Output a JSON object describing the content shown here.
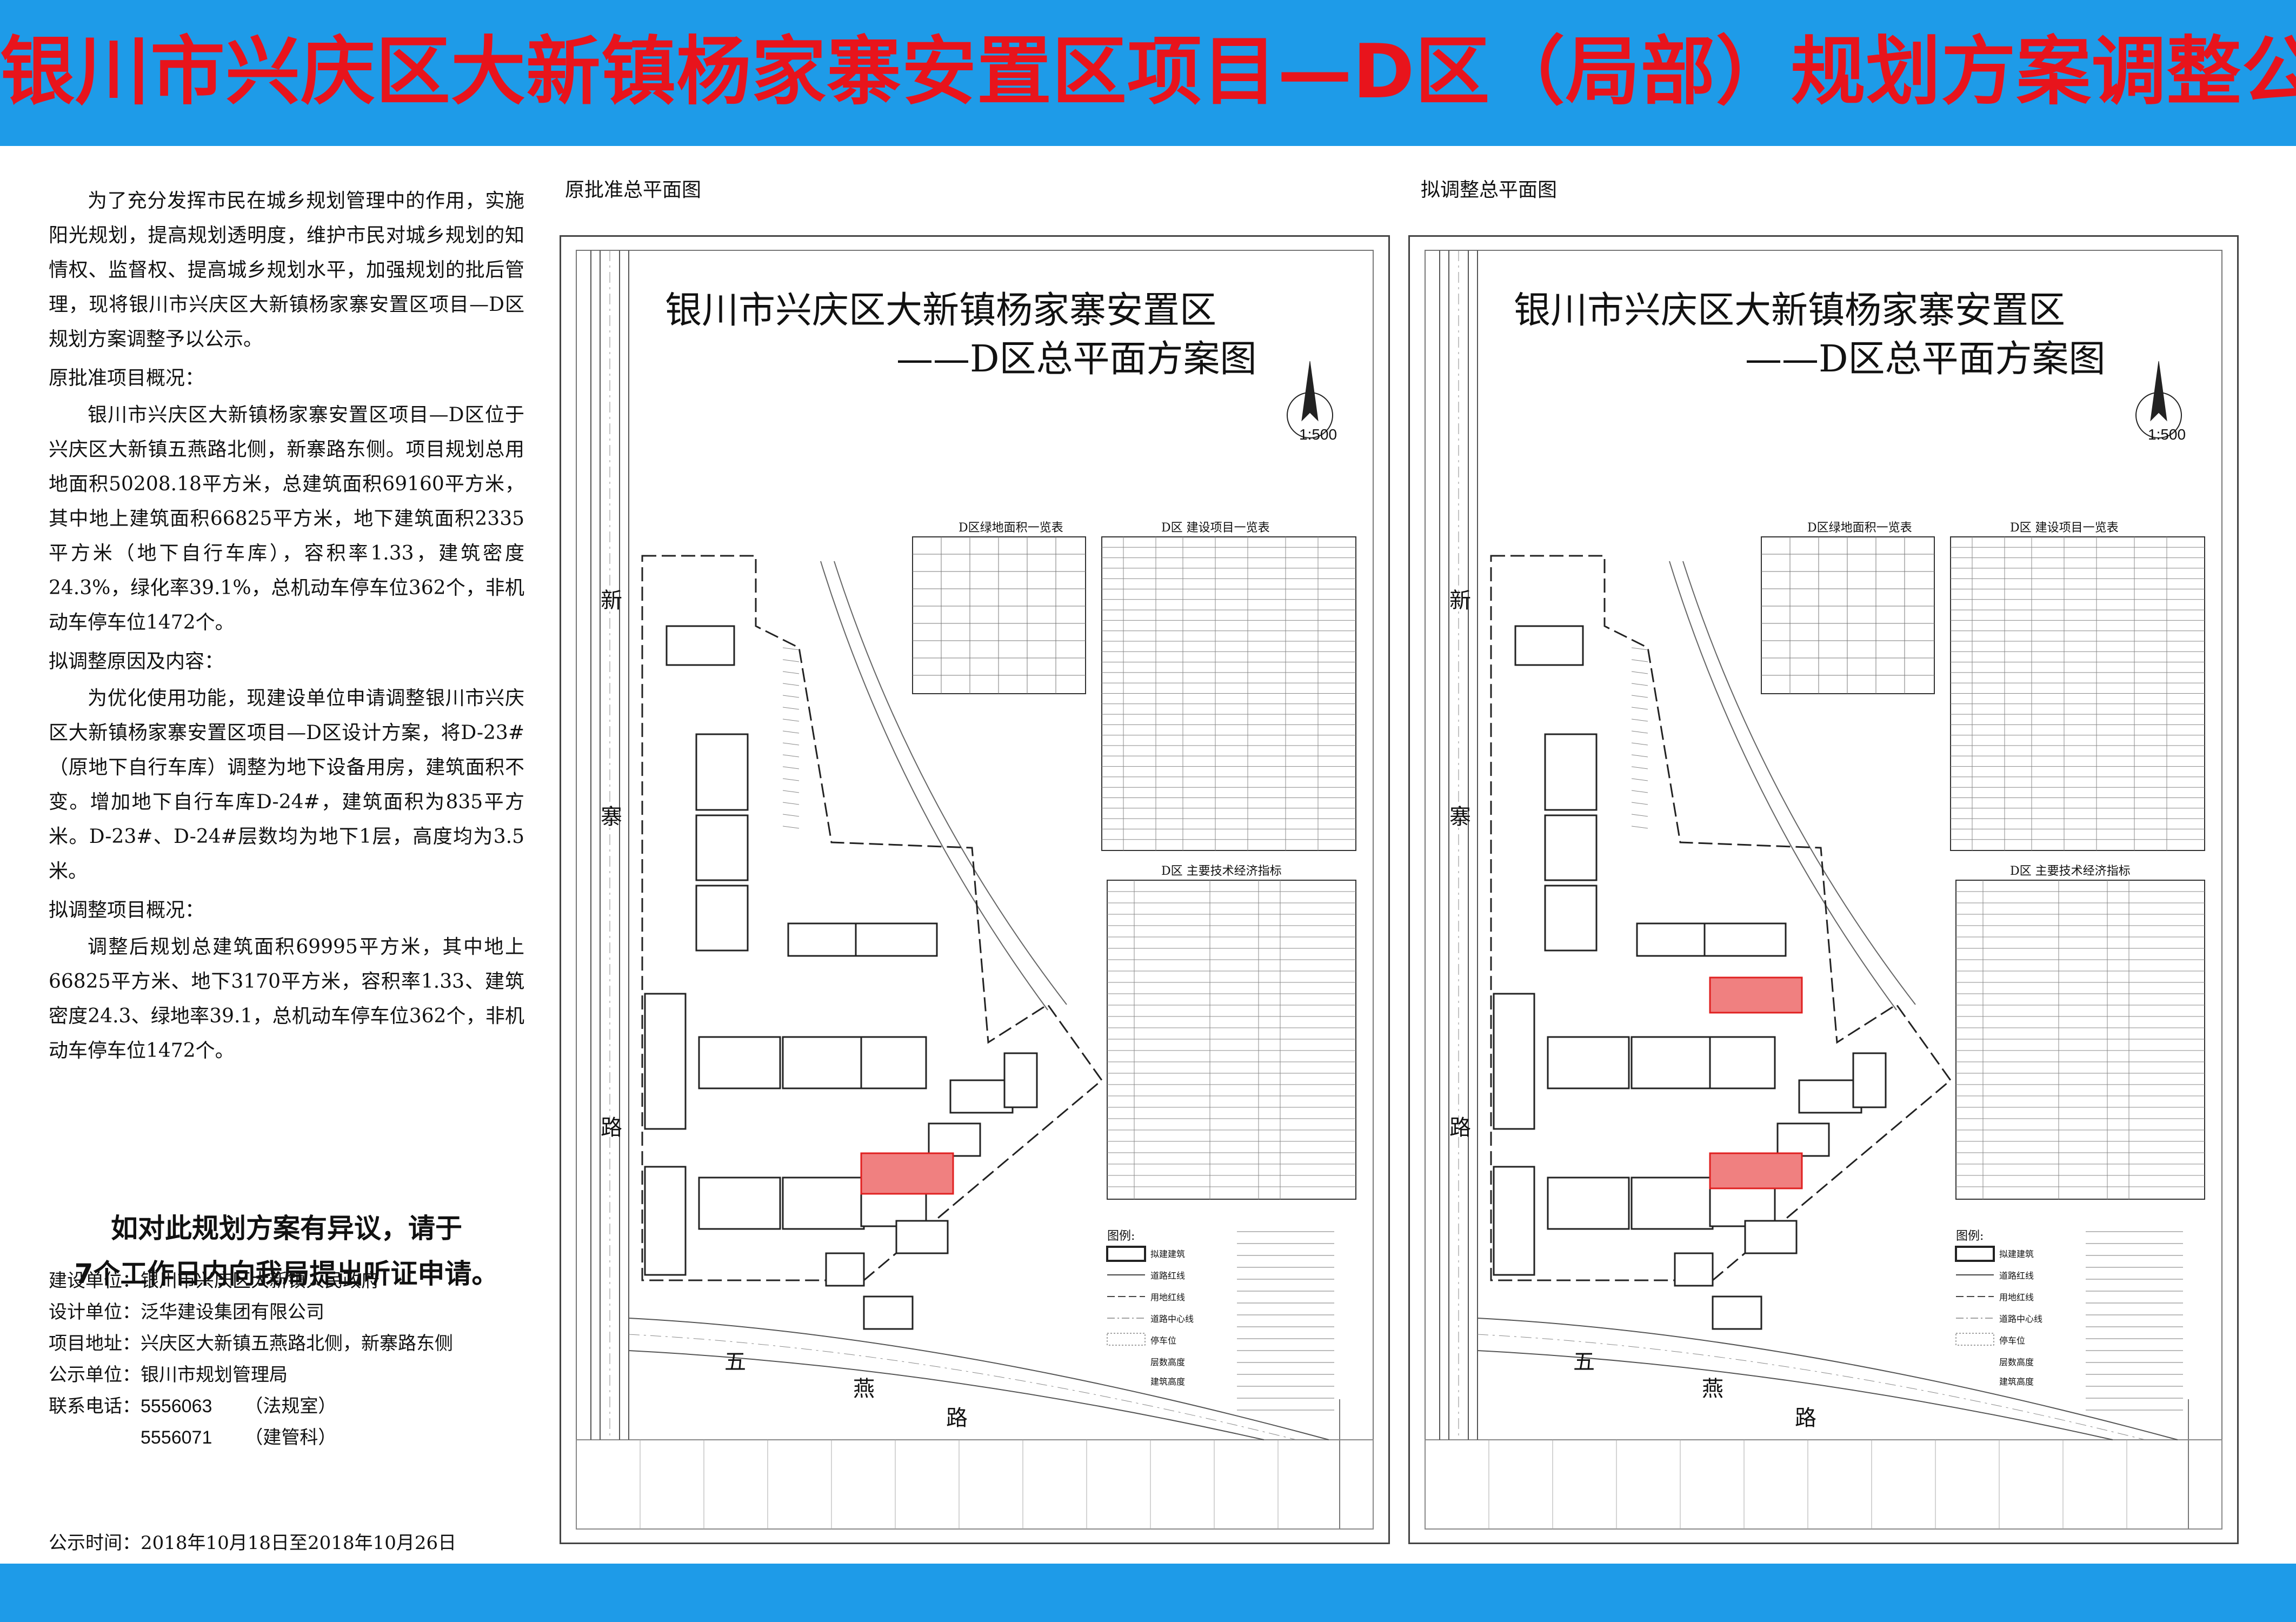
{
  "banner": {
    "title": "银川市兴庆区大新镇杨家寨安置区项目—D区（局部）规划方案调整公示",
    "bg_color": "#1e9be8",
    "title_color": "#e8141c"
  },
  "notice": {
    "intro": "为了充分发挥市民在城乡规划管理中的作用，实施阳光规划，提高规划透明度，维护市民对城乡规划的知情权、监督权、提高城乡规划水平，加强规划的批后管理，现将银川市兴庆区大新镇杨家寨安置区项目—D区规划方案调整予以公示。",
    "sec1_heading": "原批准项目概况：",
    "sec1_body": "银川市兴庆区大新镇杨家寨安置区项目—D区位于兴庆区大新镇五燕路北侧，新寨路东侧。项目规划总用地面积50208.18平方米，总建筑面积69160平方米，其中地上建筑面积66825平方米，地下建筑面积2335平方米（地下自行车库），容积率1.33，建筑密度24.3%，绿化率39.1%，总机动车停车位362个，非机动车停车位1472个。",
    "sec2_heading": "拟调整原因及内容：",
    "sec2_body": "为优化使用功能，现建设单位申请调整银川市兴庆区大新镇杨家寨安置区项目—D区设计方案，将D-23#（原地下自行车库）调整为地下设备用房，建筑面积不变。增加地下自行车库D-24#，建筑面积为835平方米。D-23#、D-24#层数均为地下1层，高度均为3.5米。",
    "sec3_heading": "拟调整项目概况：",
    "sec3_body": "调整后规划总建筑面积69995平方米，其中地上66825平方米、地下3170平方米，容积率1.33、建筑密度24.3、绿地率39.1，总机动车停车位362个，非机动车停车位1472个。",
    "appeal_line1": "如对此规划方案有异议，请于",
    "appeal_line2": "7个工作日内向我局提出听证申请。",
    "info": {
      "builder_label": "建设单位：",
      "builder": "银川市兴庆区大新镇人民政府",
      "designer_label": "设计单位：",
      "designer": "泛华建设集团有限公司",
      "address_label": "项目地址：",
      "address": "兴庆区大新镇五燕路北侧，新寨路东侧",
      "publisher_label": "公示单位：",
      "publisher": "银川市规划管理局",
      "phone_label": "联系电话：",
      "phone1": "5556063",
      "phone1_dept": "（法规室）",
      "phone2": "5556071",
      "phone2_dept": "（建管科）"
    },
    "notice_time": "公示时间：2018年10月18日至2018年10月26日"
  },
  "panels": {
    "original_label": "原批准总平面图",
    "adjusted_label": "拟调整总平面图",
    "plan_title_line1": "银川市兴庆区大新镇杨家寨安置区",
    "plan_title_line2": "——D区总平面方案图",
    "scale": "1:500",
    "green_table_caption": "D区绿地面积一览表",
    "building_table_caption": "D区  建设项目一览表",
    "tech_table_caption": "D区  主要技术经济指标",
    "legend_title": "图例:",
    "legend_items": [
      "拟建建筑",
      "道路红线",
      "用地红线",
      "道路中心线",
      "停车位",
      "层数高度",
      "建筑高度"
    ],
    "roads": {
      "xin": "新",
      "zhai": "寨",
      "lu_left": "路",
      "wu": "五",
      "yan": "燕",
      "lu_bottom": "路"
    },
    "highlight_color": "#f08080",
    "highlight_border": "#e02020"
  }
}
